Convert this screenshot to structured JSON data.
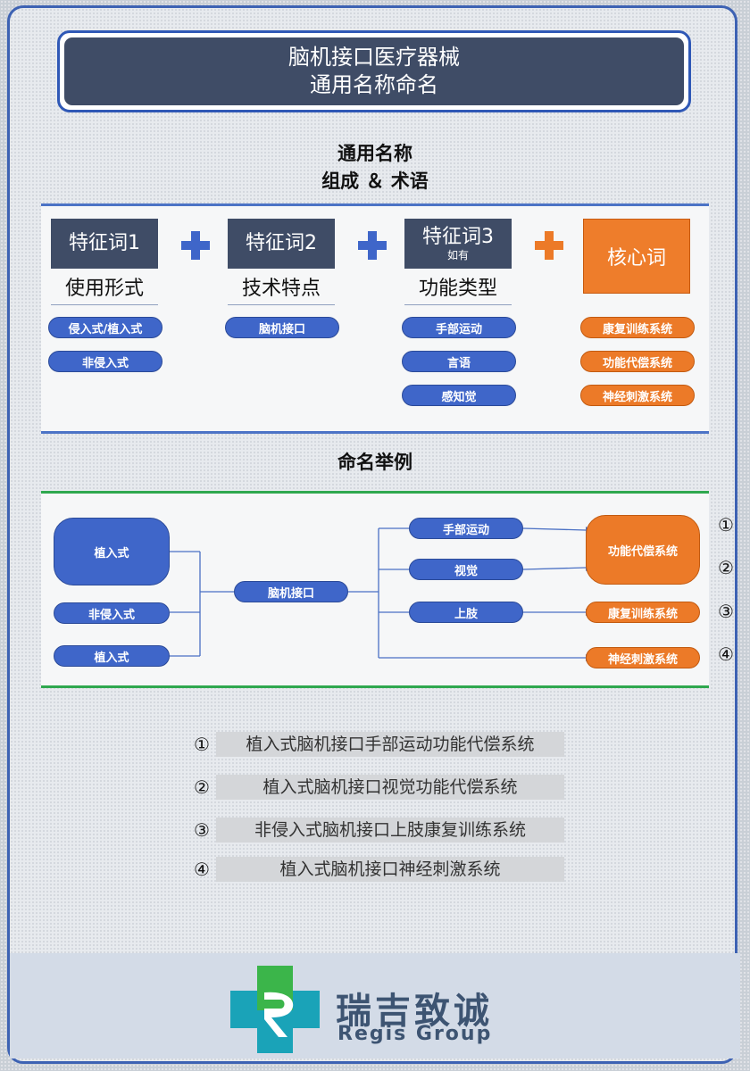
{
  "title": {
    "line1": "脑机接口医疗器械",
    "line2": "通用名称命名"
  },
  "composition": {
    "heading_line1": "通用名称",
    "heading_line2": "组成 ＆ 术语",
    "features": [
      {
        "box": "特征词1",
        "sub": "",
        "label": "使用形式",
        "items": [
          "侵入式/植入式",
          "非侵入式"
        ]
      },
      {
        "box": "特征词2",
        "sub": "",
        "label": "技术特点",
        "items": [
          "脑机接口"
        ]
      },
      {
        "box": "特征词3",
        "sub": "如有",
        "label": "功能类型",
        "items": [
          "手部运动",
          "言语",
          "感知觉"
        ]
      }
    ],
    "core": {
      "box": "核心词",
      "items": [
        "康复训练系统",
        "功能代偿系统",
        "神经刺激系统"
      ]
    }
  },
  "examples_section": {
    "heading": "命名举例",
    "left_nodes": [
      "植入式",
      "非侵入式",
      "植入式"
    ],
    "middle_node": "脑机接口",
    "function_nodes": [
      "手部运动",
      "视觉",
      "上肢"
    ],
    "core_nodes": [
      "功能代偿系统",
      "康复训练系统",
      "神经刺激系统"
    ],
    "markers": [
      "①",
      "②",
      "③",
      "④"
    ]
  },
  "examples": [
    {
      "num": "①",
      "text": "植入式脑机接口手部运动功能代偿系统"
    },
    {
      "num": "②",
      "text": "植入式脑机接口视觉功能代偿系统"
    },
    {
      "num": "③",
      "text": "非侵入式脑机接口上肢康复训练系统"
    },
    {
      "num": "④",
      "text": "植入式脑机接口神经刺激系统"
    }
  ],
  "brand": {
    "name_cn": "瑞吉致诚",
    "name_en": "Regis Group"
  },
  "colors": {
    "dark_box": "#3f4c66",
    "blue": "#3f66c9",
    "orange": "#ec7a28",
    "green": "#2fa84f",
    "logo_green": "#3bb54a",
    "logo_cyan": "#1aa3b8"
  }
}
